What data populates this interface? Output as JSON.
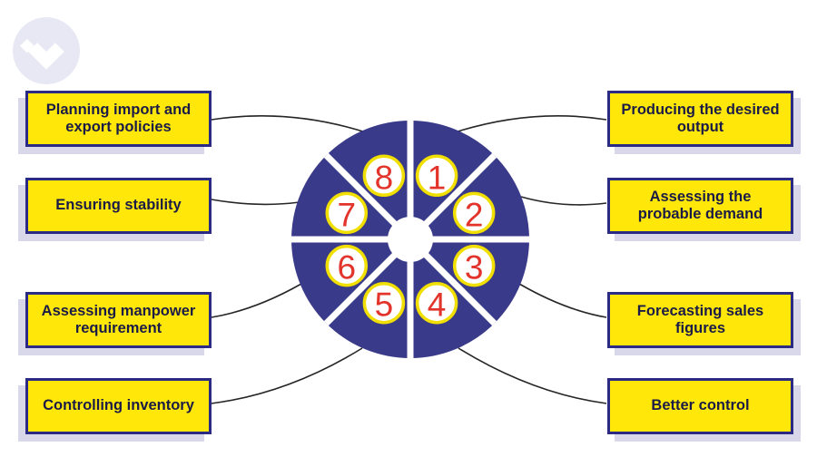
{
  "wheel": {
    "numbers": [
      "1",
      "2",
      "3",
      "4",
      "5",
      "6",
      "7",
      "8"
    ],
    "segment_count": 8,
    "colors": {
      "disc": "#3a3a8a",
      "gap": "#ffffff",
      "badge_fill": "#ffffff",
      "badge_ring": "#f0df00",
      "number": "#e3342c"
    }
  },
  "boxes": {
    "left": [
      {
        "label": "Planning import and export policies"
      },
      {
        "label": "Ensuring stability"
      },
      {
        "label": "Assessing manpower requirement"
      },
      {
        "label": "Controlling inventory"
      }
    ],
    "right": [
      {
        "label": "Producing the desired output"
      },
      {
        "label": "Assessing the probable demand"
      },
      {
        "label": "Forecasting sales figures"
      },
      {
        "label": "Better control"
      }
    ],
    "colors": {
      "fill": "#ffe70a",
      "border": "#2b2b86",
      "text": "#1b1b47",
      "shadow": "#d8d8ea"
    }
  },
  "connectors": {
    "color": "#262626",
    "count": 8
  },
  "logo": {
    "icon": "brand-logo-icon",
    "circle_color": "#e8e8f4",
    "glyph_color": "#ffffff"
  }
}
